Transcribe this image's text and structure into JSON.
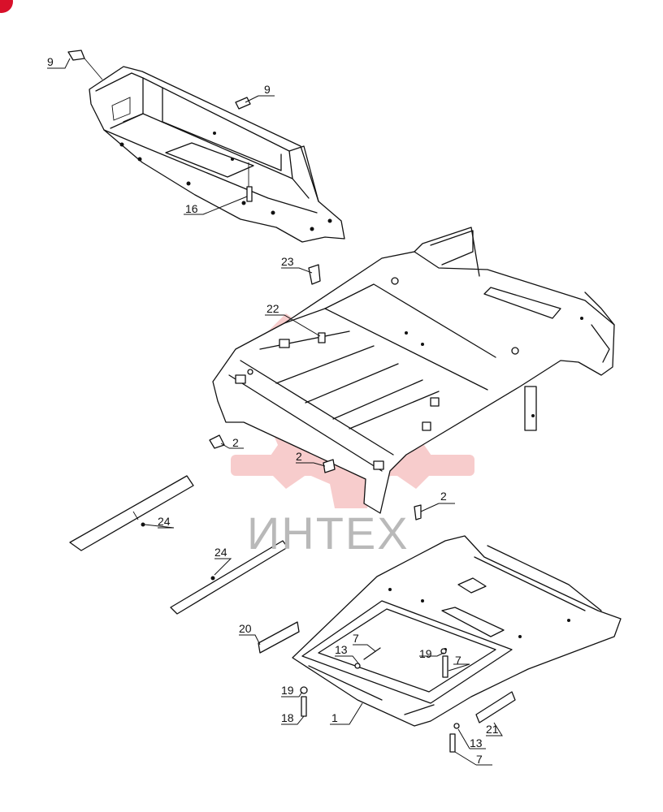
{
  "colors": {
    "line": "#111111",
    "watermark_gear": "#f6c4c4",
    "watermark_text": "#b9b9b9",
    "corner_badge": "#d8102a"
  },
  "watermark": {
    "logo": "gear-logo",
    "text": "ИНТЕХ"
  },
  "callouts": [
    {
      "id": "c9a",
      "label": "9"
    },
    {
      "id": "c9b",
      "label": "9"
    },
    {
      "id": "c16",
      "label": "16"
    },
    {
      "id": "c23",
      "label": "23"
    },
    {
      "id": "c22",
      "label": "22"
    },
    {
      "id": "c2a",
      "label": "2"
    },
    {
      "id": "c2b",
      "label": "2"
    },
    {
      "id": "c2c",
      "label": "2"
    },
    {
      "id": "c24a",
      "label": "24"
    },
    {
      "id": "c24b",
      "label": "24"
    },
    {
      "id": "c20",
      "label": "20"
    },
    {
      "id": "c7a",
      "label": "7"
    },
    {
      "id": "c13a",
      "label": "13"
    },
    {
      "id": "c19a",
      "label": "19"
    },
    {
      "id": "c7b",
      "label": "7"
    },
    {
      "id": "c19b",
      "label": "19"
    },
    {
      "id": "c18",
      "label": "18"
    },
    {
      "id": "c1",
      "label": "1"
    },
    {
      "id": "c21",
      "label": "21"
    },
    {
      "id": "c13b",
      "label": "13"
    },
    {
      "id": "c7c",
      "label": "7"
    }
  ]
}
